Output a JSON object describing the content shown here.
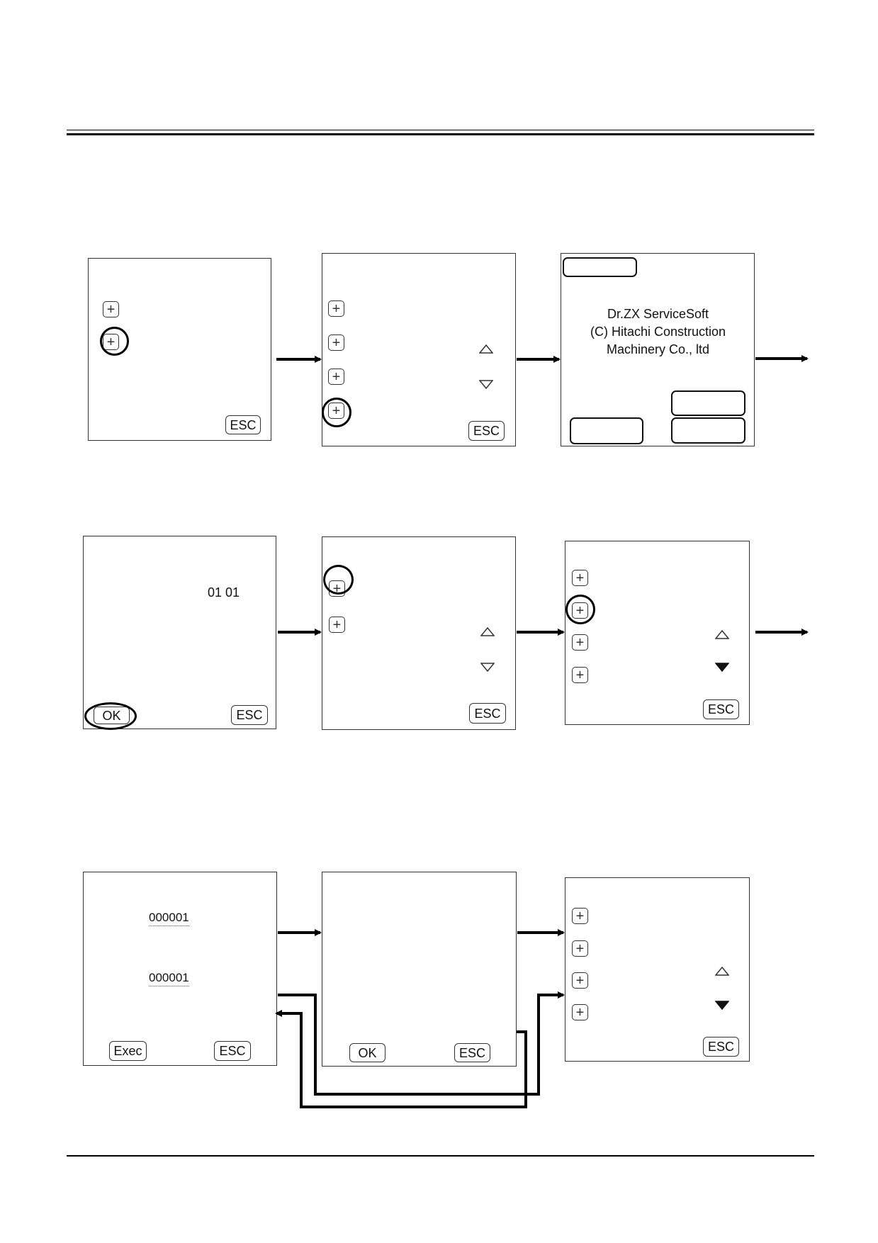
{
  "common": {
    "plus_glyph": "+",
    "esc_label": "ESC",
    "ok_label": "OK",
    "exec_label": "Exec"
  },
  "screen3": {
    "title_line1": "Dr.ZX ServiceSoft",
    "title_line2": "(C) Hitachi Construction",
    "title_line3": "Machinery Co., ltd"
  },
  "screen4": {
    "value": "01 01"
  },
  "screen7": {
    "field1_value": "000001",
    "field2_value": "000001"
  },
  "colors": {
    "line": "#000000",
    "screen_border": "#333333",
    "background": "#ffffff"
  },
  "icons": {
    "plus": "plus-icon",
    "up_open": "triangle-up-outline-icon",
    "down_open": "triangle-down-outline-icon",
    "down_filled": "triangle-down-filled-icon"
  }
}
